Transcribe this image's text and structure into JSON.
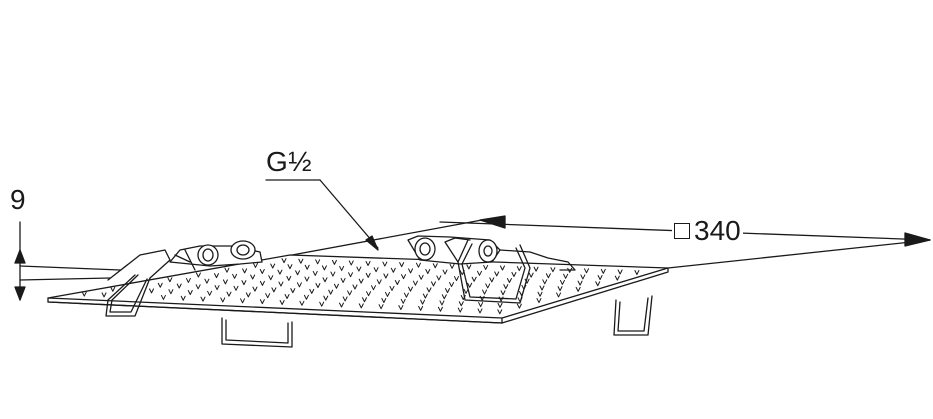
{
  "dimensions": {
    "height_label": "9",
    "thread_label": "G½",
    "size_label": "340",
    "size_symbol": "square-symbol"
  },
  "colors": {
    "line": "#1a1a1a",
    "background": "#ffffff"
  }
}
